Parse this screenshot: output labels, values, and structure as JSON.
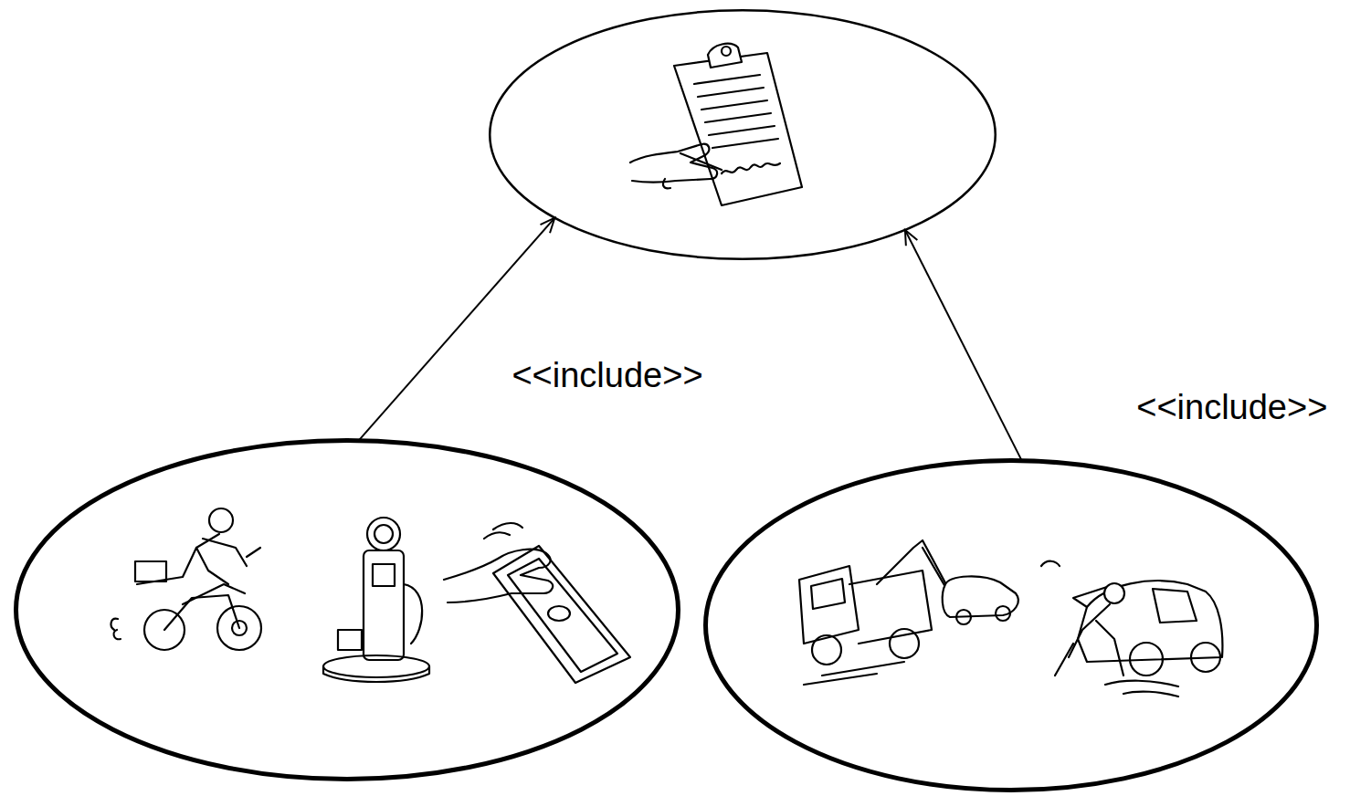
{
  "diagram": {
    "nodes": [
      {
        "text": []
      },
      {
        "text": []
      },
      {
        "text": []
      }
    ],
    "edges": [
      {
        "from": 1,
        "to": 0,
        "arrow": "to",
        "label": "<<include>>"
      },
      {
        "from": 2,
        "to": 0,
        "arrow": "to",
        "label": "<<include>>"
      }
    ]
  }
}
